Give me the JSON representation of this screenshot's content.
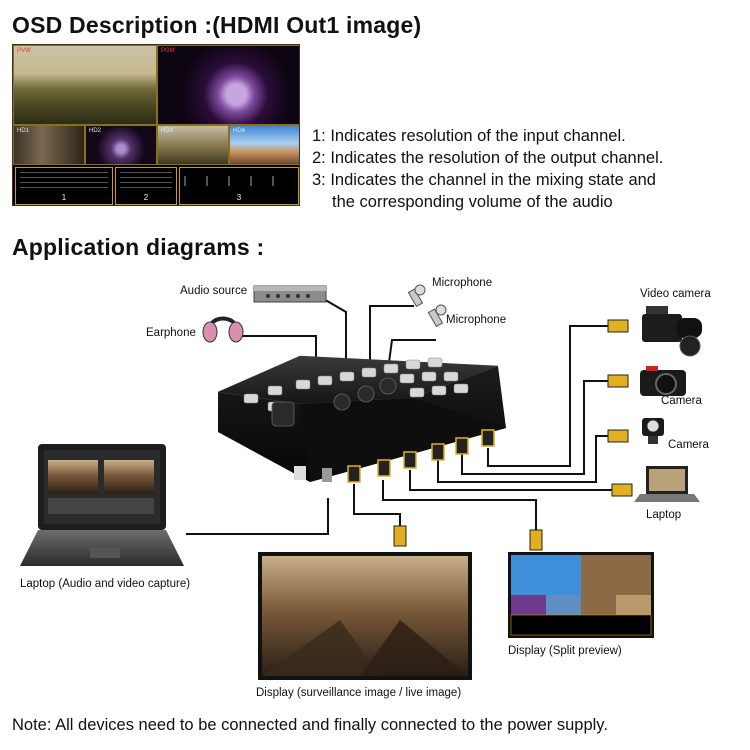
{
  "osd": {
    "title": "OSD Description :(HDMI Out1 image)",
    "cell_labels": {
      "pvw": "PVW",
      "pgm": "PGM",
      "hd1": "HD1",
      "hd2": "HD2",
      "hd3": "HD3",
      "hd4": "HD4"
    },
    "meter_numbers": [
      "1",
      "2",
      "3"
    ],
    "items": [
      "1: Indicates resolution of the input channel.",
      "2: Indicates the resolution of the output channel.",
      "3: Indicates the channel in the mixing state and",
      "the corresponding volume of the audio"
    ]
  },
  "app": {
    "title": "Application diagrams :",
    "labels": {
      "audio_source": "Audio source",
      "earphone": "Earphone",
      "microphone_1": "Microphone",
      "microphone_2": "Microphone",
      "video_camera": "Video camera",
      "camera_1": "Camera",
      "camera_2": "Camera",
      "laptop_right": "Laptop",
      "laptop_capture": "Laptop (Audio and video capture)",
      "display_live": "Display (surveillance image / live image)",
      "display_split": "Display (Split preview)"
    }
  },
  "note": "Note: All devices need to be connected and finally connected to the power supply.",
  "colors": {
    "cable": "#111111",
    "hdmi_gold": "#e0b020",
    "device_body": "#1a1a1a",
    "button": "#d8d8d8"
  }
}
